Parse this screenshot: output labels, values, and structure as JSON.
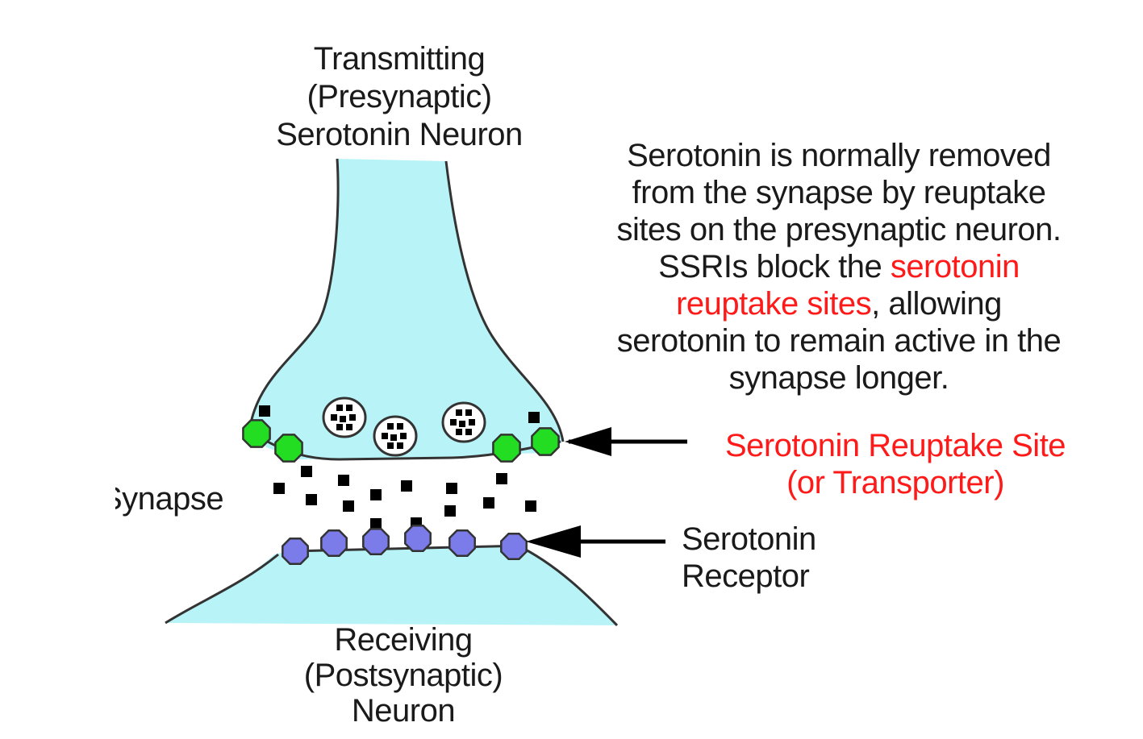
{
  "labels": {
    "presynaptic": [
      "Transmitting",
      "(Presynaptic)",
      "Serotonin Neuron"
    ],
    "postsynaptic": [
      "Receiving",
      "(Postsynaptic)",
      "Neuron"
    ],
    "synapse": "Synapse",
    "reuptake_site": [
      "Serotonin Reuptake Site",
      "(or Transporter)"
    ],
    "receptor": [
      "Serotonin",
      "Receptor"
    ]
  },
  "explanation": {
    "line1": "Serotonin is normally removed",
    "line2": "from the synapse by reuptake",
    "line3": "sites on the presynaptic neuron.",
    "line4_pre": "SSRIs block the ",
    "line4_red": "serotonin",
    "line5_red": "reuptake sites",
    "line5_post": ", allowing",
    "line6": "serotonin to remain active in the",
    "line7": "synapse longer."
  },
  "colors": {
    "neuron_fill": "#b8f4f7",
    "outline": "#333333",
    "reuptake_site": "#22dd22",
    "receptor": "#7b7bea",
    "serotonin": "#000000",
    "highlight_text": "#ff1a1a"
  },
  "icons": {
    "vesicle": "vesicle-icon",
    "reuptake_site": "reuptake-site-icon",
    "receptor": "receptor-icon",
    "serotonin_molecule": "serotonin-molecule-icon",
    "pointer_arrow": "arrow-left-icon"
  }
}
